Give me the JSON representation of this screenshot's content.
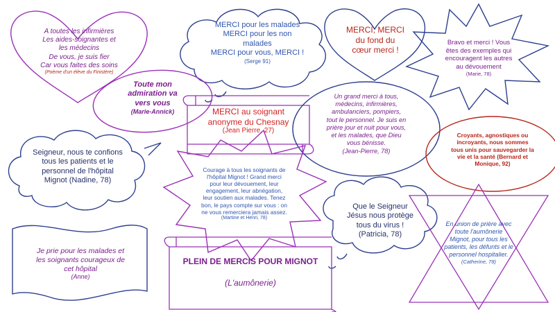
{
  "colors": {
    "blue": "#2f55b0",
    "purple": "#7a1f8c",
    "red": "#d42020",
    "darkred": "#b8251a",
    "navy": "#25306a",
    "outline_blue": "#2d3f8f",
    "outline_purple": "#9b30b8"
  },
  "messages": {
    "heart_left": {
      "lines": [
        "A toutes les infirmières",
        "Les aides-soignantes et",
        "les médecins",
        "De vous, je suis fier",
        "Car vous faites des soins"
      ],
      "signature": "(Poème d'un élève du Finistère)"
    },
    "cloud_top": {
      "lines": [
        "MERCI pour les malades",
        "MERCI pour les non",
        "malades",
        "MERCI pour vous, MERCI !"
      ],
      "signature": "(Serge 91)"
    },
    "heart_right": {
      "lines": [
        "MERCI, MERCI",
        "du fond du",
        "cœur merci !"
      ]
    },
    "star_top_right": {
      "lines": [
        "Bravo et merci ! Vous",
        "êtes des exemples qui",
        "encouragent les autres",
        "au dévouement"
      ],
      "signature": "(Marie, 78)"
    },
    "oval_admiration": {
      "lines": [
        "Toute mon",
        "admiration va",
        "vers vous"
      ],
      "signature": "(Marie-Annick)"
    },
    "scroll_chesnay": {
      "lines": [
        "MERCI au soignant",
        "anonyme du Chesnay"
      ],
      "signature": "(Jean Pierre, 27)"
    },
    "circle_grand_merci": {
      "lines": [
        "Un grand merci à tous,",
        "médecins, infirmières,",
        "ambulanciers, pompiers,",
        "tout le personnel. Je suis en",
        "prière jour et nuit pour vous,",
        "et les malades, que Dieu",
        "vous bénisse."
      ],
      "signature": "(Jean-Pierre, 78)"
    },
    "oval_croyants": {
      "lines": [
        "Croyants, agnostiques ou",
        "incroyants, nous sommes",
        "tous unis pour sauvegarder la",
        "vie et la santé (Bernard et",
        "Monique, 92)"
      ]
    },
    "cloud_seigneur": {
      "lines": [
        "Seigneur, nous te confions",
        "tous les patients et le",
        "personnel de l'hôpital",
        "Mignot (Nadine, 78)"
      ]
    },
    "star_courage": {
      "lines": [
        "Courage à tous les soignants de",
        "l'hôpital Mignot ! Grand merci",
        "pour leur dévouement, leur",
        "engagement, leur abnégation,",
        "leur soutien aux malades. Tenez",
        "bon, le pays compte sur vous : on",
        "ne vous remerciera jamais assez."
      ],
      "signature": "(Martine et Henri, 78)"
    },
    "cloud_protege": {
      "lines": [
        "Que le Seigneur",
        "Jésus nous protège",
        "tous du virus !"
      ],
      "signature": "(Patricia, 78)"
    },
    "star_union": {
      "lines": [
        "En union de prière avec",
        "toute l'aumônerie",
        "Mignot, pour tous les",
        "patients, les défunts et le",
        "personnel hospitalier."
      ],
      "signature": "(Catherine, 78)"
    },
    "flag_anne": {
      "lines": [
        "Je prie pour les malades et",
        "les soignants courageux de",
        "cet hôpital"
      ],
      "signature": "(Anne)"
    },
    "scroll_aumonerie": {
      "title": "PLEIN DE MERCIS POUR MIGNOT",
      "subtitle": "(L'aumônerie)"
    }
  }
}
